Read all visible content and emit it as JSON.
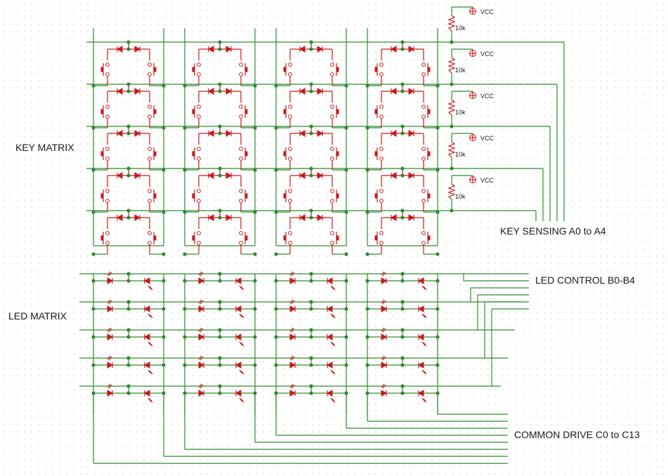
{
  "labels": {
    "key_matrix": "KEY MATRIX",
    "led_matrix": "LED MATRIX",
    "key_sensing": "KEY SENSING A0 to A4",
    "led_control": "LED CONTROL B0-B4",
    "common_drive": "COMMON DRIVE C0 to C13"
  },
  "resistor_value": "10k",
  "supply_label": "VCC",
  "colors": {
    "wire": "#2e8b2e",
    "component": "#c41a1a",
    "grid_dot": "#b4b4b4"
  }
}
